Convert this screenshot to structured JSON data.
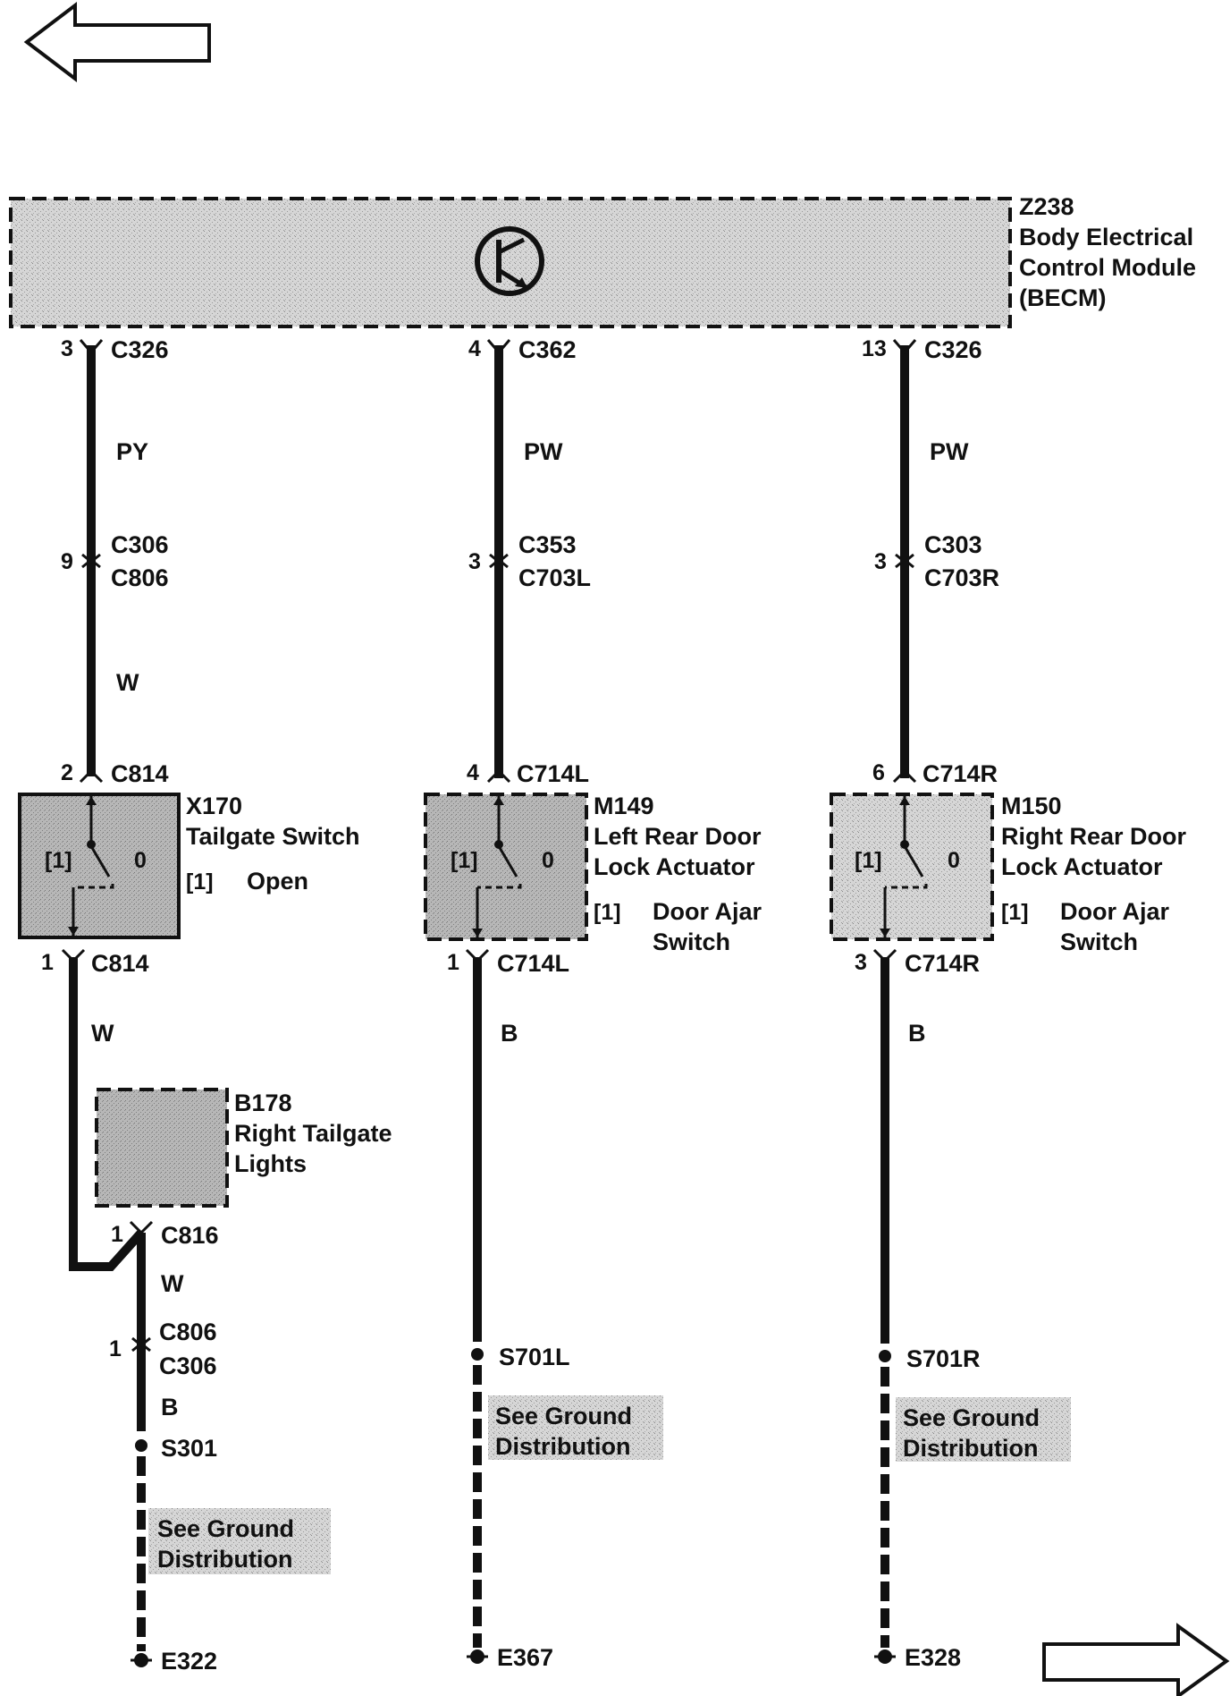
{
  "nav": {
    "back_arrow": "left-arrow",
    "forward_arrow": "right-arrow"
  },
  "module": {
    "id": "Z238",
    "line1": "Body Electrical",
    "line2": "Control Module",
    "line3": "(BECM)"
  },
  "col1": {
    "top_pin": "3",
    "top_conn": "C326",
    "wire1": "PY",
    "mid_pin": "9",
    "mid_conn_a": "C306",
    "mid_conn_b": "C806",
    "wire2": "W",
    "sw_in_pin": "2",
    "sw_in_conn": "C814",
    "switch_id": "X170",
    "switch_name": "Tailgate Switch",
    "note_ref": "[1]",
    "note_text": "Open",
    "state_a": "[1]",
    "state_b": "0",
    "sw_out_pin": "1",
    "sw_out_conn": "C814",
    "wire3": "W",
    "lamp_id": "B178",
    "lamp_line1": "Right Tailgate",
    "lamp_line2": "Lights",
    "lamp_pin": "1",
    "lamp_conn": "C816",
    "wire4": "W",
    "inline_pin": "1",
    "inline_conn_a": "C806",
    "inline_conn_b": "C306",
    "wire5": "B",
    "splice": "S301",
    "ref_line1": "See Ground",
    "ref_line2": "Distribution",
    "ground": "E322"
  },
  "col2": {
    "top_pin": "4",
    "top_conn": "C362",
    "wire1": "PW",
    "mid_pin": "3",
    "mid_conn_a": "C353",
    "mid_conn_b": "C703L",
    "sw_in_pin": "4",
    "sw_in_conn": "C714L",
    "switch_id": "M149",
    "switch_line1": "Left Rear Door",
    "switch_line2": "Lock Actuator",
    "note_ref": "[1]",
    "note_line1": "Door Ajar",
    "note_line2": "Switch",
    "state_a": "[1]",
    "state_b": "0",
    "sw_out_pin": "1",
    "sw_out_conn": "C714L",
    "wire2": "B",
    "splice": "S701L",
    "ref_line1": "See Ground",
    "ref_line2": "Distribution",
    "ground": "E367"
  },
  "col3": {
    "top_pin": "13",
    "top_conn": "C326",
    "wire1": "PW",
    "mid_pin": "3",
    "mid_conn_a": "C303",
    "mid_conn_b": "C703R",
    "sw_in_pin": "6",
    "sw_in_conn": "C714R",
    "switch_id": "M150",
    "switch_line1": "Right Rear Door",
    "switch_line2": "Lock Actuator",
    "note_ref": "[1]",
    "note_line1": "Door Ajar",
    "note_line2": "Switch",
    "state_a": "[1]",
    "state_b": "0",
    "sw_out_pin": "3",
    "sw_out_conn": "C714R",
    "wire2": "B",
    "splice": "S701R",
    "ref_line1": "See Ground",
    "ref_line2": "Distribution",
    "ground": "E328"
  },
  "colors": {
    "ink": "#111111",
    "module_fill": "#cfcfcf",
    "switch_fill": "#b9b9b9",
    "ref_fill": "#c8c8c8"
  }
}
